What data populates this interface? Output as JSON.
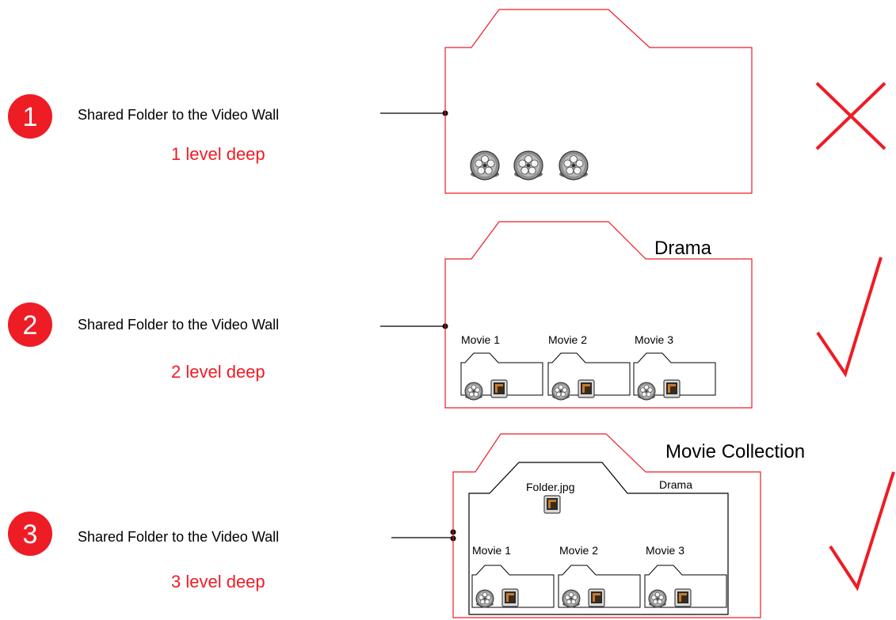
{
  "colors": {
    "accent": "#ee1c24",
    "line": "#000000",
    "bg": "#ffffff"
  },
  "rows": [
    {
      "number": "1",
      "label": "Shared Folder to the Video Wall",
      "depth": "1 level deep",
      "verdict": "cross",
      "verdict_icon": "cross-mark-icon"
    },
    {
      "number": "2",
      "label": "Shared Folder to the Video Wall",
      "depth": "2 level deep",
      "verdict": "check",
      "verdict_icon": "check-mark-icon",
      "folder_name": "Drama",
      "subfolders": [
        "Movie 1",
        "Movie 2",
        "Movie 3"
      ]
    },
    {
      "number": "3",
      "label": "Shared Folder to the Video Wall",
      "depth": "3 level deep",
      "verdict": "check",
      "verdict_icon": "check-mark-icon",
      "folder_name": "Movie Collection",
      "inner_folder_name": "Drama",
      "inner_file": "Folder.jpg",
      "subfolders": [
        "Movie 1",
        "Movie 2",
        "Movie 3"
      ]
    }
  ]
}
